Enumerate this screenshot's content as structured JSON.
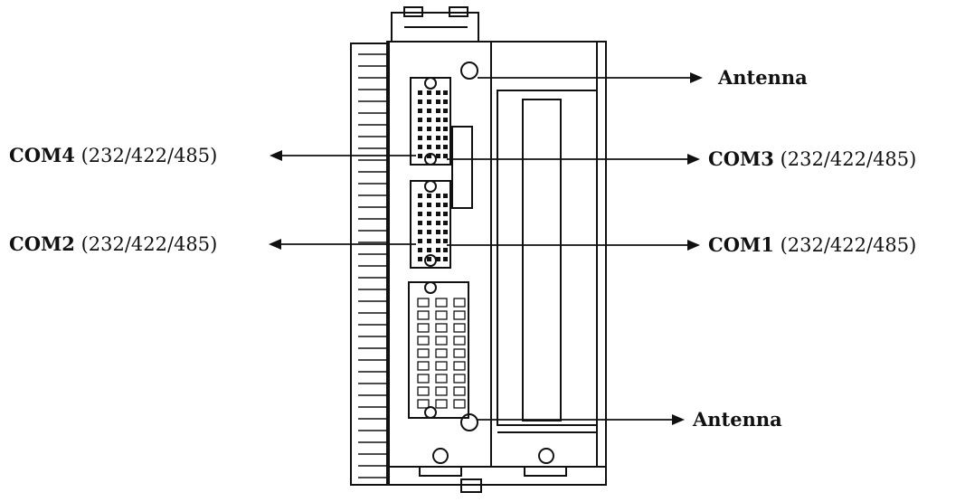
{
  "diagram": {
    "labels": {
      "antenna_top": "Antenna",
      "antenna_bottom": "Antenna",
      "com4_name": "COM4",
      "com4_spec": "(232/422/485)",
      "com3_name": "COM3",
      "com3_spec": "(232/422/485)",
      "com2_name": "COM2",
      "com2_spec": "(232/422/485)",
      "com1_name": "COM1",
      "com1_spec": "(232/422/485)"
    },
    "colors": {
      "line": "#111111",
      "device_fill": "#ffffff"
    }
  }
}
